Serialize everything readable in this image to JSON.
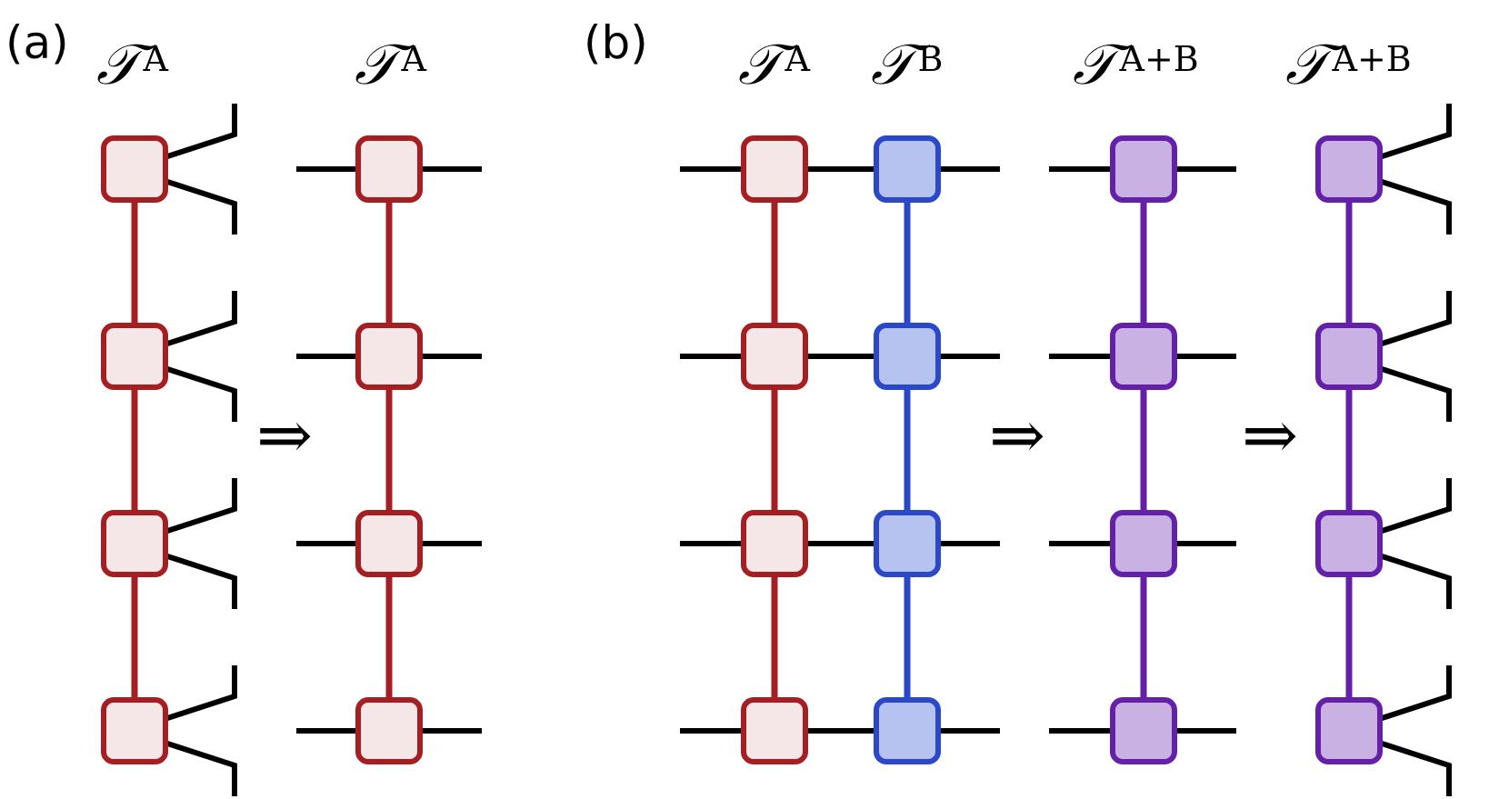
{
  "colors": {
    "a": {
      "stroke": "#a51e22",
      "fill": "#f5e6e7"
    },
    "b": {
      "stroke": "#2a48c8",
      "fill": "#b6c3f0"
    },
    "ab": {
      "stroke": "#6420a8",
      "fill": "#cab1e3"
    },
    "leg": "#000000"
  },
  "panels": [
    {
      "label": "(a)"
    },
    {
      "label": "(b)"
    }
  ],
  "tensor_base": "𝒯",
  "tensor_labels": [
    "A",
    "A",
    "A",
    "B",
    "A+B",
    "A+B"
  ],
  "arrow_symbol": "⇒",
  "sites_per_chain": 4
}
